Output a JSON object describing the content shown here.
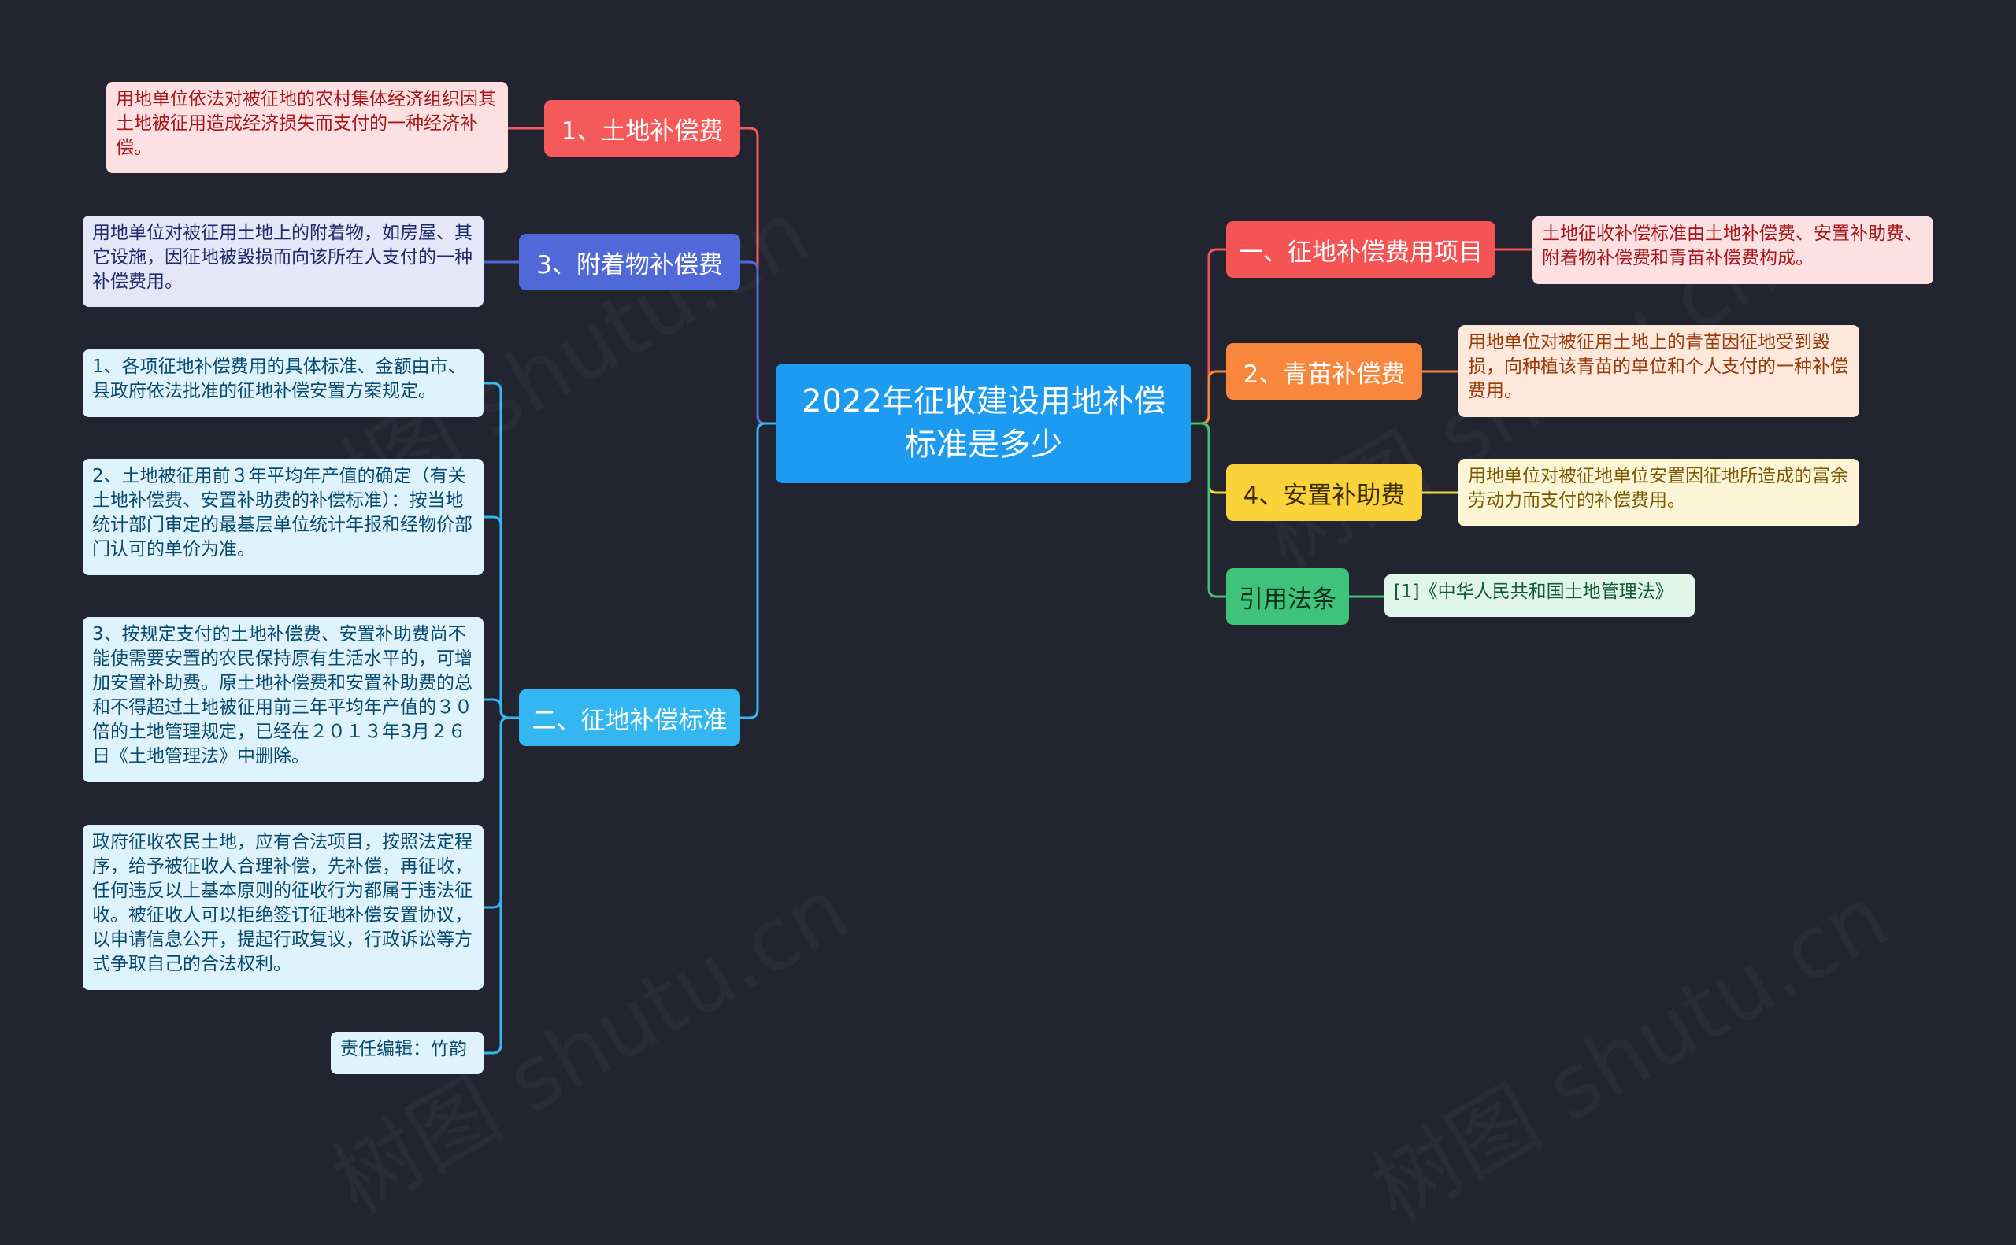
{
  "root": {
    "title": "2022年征收建设用地补偿标准是多少"
  },
  "colors": {
    "background": "#22252f",
    "root": "#1c9bf0",
    "red": "#f55a5a",
    "indigo": "#5168d8",
    "cyan": "#34b7f1",
    "coral": "#f45454",
    "orange": "#f8863c",
    "yellow": "#fad23a",
    "green": "#3dc47a"
  },
  "left": {
    "land": {
      "label": "1、土地补偿费",
      "desc": "用地单位依法对被征地的农村集体经济组织因其土地被征用造成经济损失而支付的一种经济补偿。"
    },
    "attach": {
      "label": "3、附着物补偿费",
      "desc": "用地单位对被征用土地上的附着物，如房屋、其它设施，因征地被毁损而向该所在人支付的一种补偿费用。"
    },
    "standard": {
      "label": "二、征地补偿标准",
      "items": [
        "1、各项征地补偿费用的具体标准、金额由市、县政府依法批准的征地补偿安置方案规定。",
        "2、土地被征用前３年平均年产值的确定（有关土地补偿费、安置补助费的补偿标准）：按当地统计部门审定的最基层单位统计年报和经物价部门认可的单价为准。",
        "3、按规定支付的土地补偿费、安置补助费尚不能使需要安置的农民保持原有生活水平的，可增加安置补助费。原土地补偿费和安置补助费的总和不得超过土地被征用前三年平均年产值的３０倍的土地管理规定，已经在２０１３年3月２６日《土地管理法》中删除。",
        "政府征收农民土地，应有合法项目，按照法定程序，给予被征收人合理补偿，先补偿，再征收，任何违反以上基本原则的征收行为都属于违法征收。被征收人可以拒绝签订征地补偿安置协议，以申请信息公开，提起行政复议，行政诉讼等方式争取自己的合法权利。",
        "责任编辑：竹韵"
      ]
    }
  },
  "right": {
    "items": {
      "label": "一、征地补偿费用项目",
      "desc": "土地征收补偿标准由土地补偿费、安置补助费、附着物补偿费和青苗补偿费构成。"
    },
    "crop": {
      "label": "2、青苗补偿费",
      "desc": "用地单位对被征用土地上的青苗因征地受到毁损，向种植该青苗的单位和个人支付的一种补偿费用。"
    },
    "resettle": {
      "label": "4、安置补助费",
      "desc": "用地单位对被征地单位安置因征地所造成的富余劳动力而支付的补偿费用。"
    },
    "law": {
      "label": "引用法条",
      "desc": "[1]《中华人民共和国土地管理法》"
    }
  },
  "watermark": "树图 shutu.cn"
}
